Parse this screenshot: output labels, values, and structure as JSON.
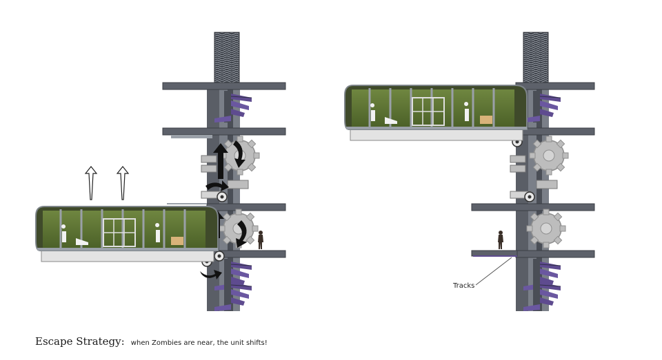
{
  "caption": {
    "title": "Escape Strategy:",
    "text": "when Zombies are near, the unit shifts!"
  },
  "labels": {
    "tracks": "Tracks"
  },
  "colors": {
    "concrete": "#6f747d",
    "concrete_dark": "#4a4e56",
    "slab": "#5d616a",
    "glass_green": "#53692f",
    "glass_light": "#7f9350",
    "frame": "#9aa0a8",
    "stair_purple": "#5e4b8f",
    "gear": "#b8b8b8",
    "arrow": "#111111"
  },
  "icons": [
    "up-arrow-icon",
    "rotate-arrow-icon",
    "gear-icon",
    "person-icon",
    "pulley-icon"
  ]
}
